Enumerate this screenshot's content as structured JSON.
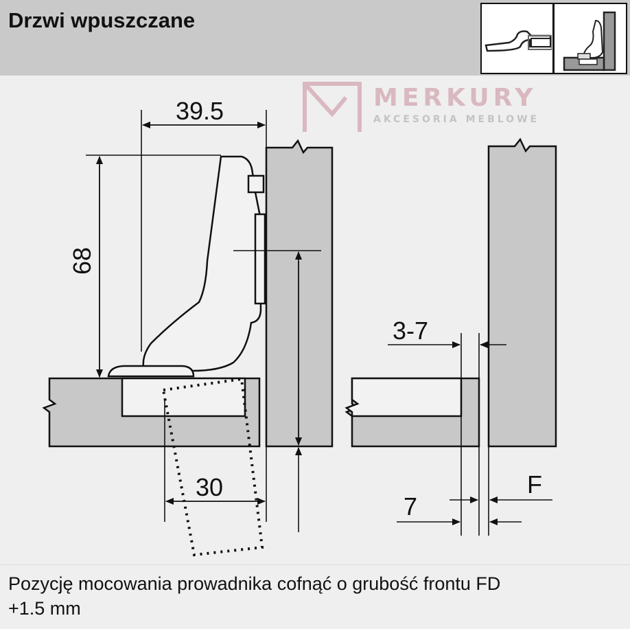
{
  "header": {
    "title": "Drzwi wpuszczane",
    "icons": [
      "hinge-side-view-icon",
      "hinge-mounted-view-icon"
    ]
  },
  "dimensions": {
    "width_39_5": "39.5",
    "height_68": "68",
    "depth_30": "30",
    "gap_3_7": "3-7",
    "offset_7": "7",
    "front_F": "F"
  },
  "note": {
    "line1": "Pozycję mocowania prowadnika cofnąć o grubość frontu FD",
    "line2": "+1.5 mm"
  },
  "watermark": {
    "brand": "MERKURY",
    "tagline": "AKCESORIA MEBLOWE"
  },
  "colors": {
    "panel": "#c8c8c8",
    "header": "#c9c9c9",
    "watermark": "#d9b8c0"
  }
}
